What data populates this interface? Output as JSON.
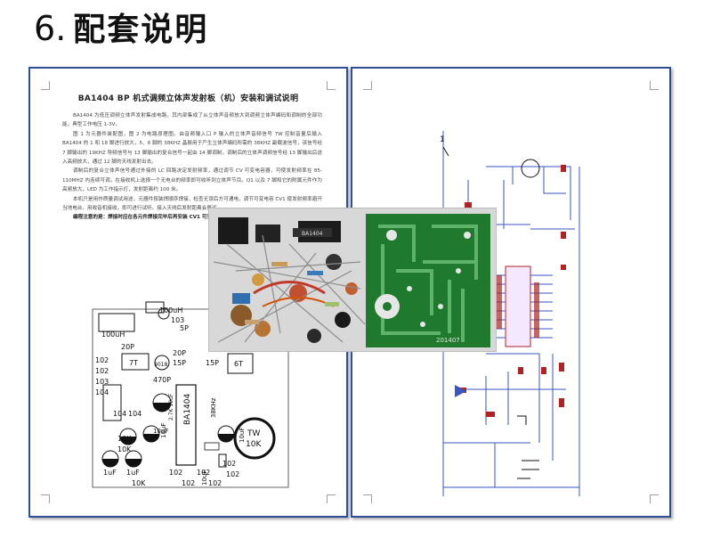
{
  "heading": {
    "number": "6",
    "dot": ".",
    "title": "配套说明"
  },
  "doc": {
    "title": "BA1404 BP 机式调频立体声发射板（机）安装和调试说明",
    "paragraphs": [
      "BA1404 为低压调频立体声发射集成电路，其内部集成了从立体声音频放大到调频立体声编码和调制的全部功能，典型工作电压 1-3V。",
      "图 1 为元器件装配图，图 2 为电路原理图。由音频输入口 P 输入的立体声音频信号 7W 控制音量后输入 BA1404 的 1 和 18 脚进行放大，5、6 脚的 38KHZ 晶振用于产生立体声编码所需的 38KHZ 副载波信号，该信号经 7 脚输出的 19KHZ 导频信号与 13 脚输出的复合信号一起由 14 脚调制，调制后的立体声调频信号经 13 脚输出后送入高频放大，通过 12 脚的天线发射出去。",
      "调制后的复合立体声信号通过外接的 LC 回路决定发射频率，通过调节 CV 可变电容器，可使发射频率在 85-110MHZ 内连续可调，在接收机上选择一个无电台的频率即可收听到立体声节目。Q1 以及 7 脚和它的附属元件作为高频放大，LED 为工作指示灯，发射距离约 100 米。",
      "本机只是用作质量调试用途，元器件按装焊顺序焊接，检查无误后方可通电，调节可变电容 CV1 使发射频率避开当地电台，用收音机接收，即可进行试听。接入天线后发射距离会更远。"
    ],
    "highlight": "编程注意的是：焊接时应在各元件焊接完毕后再安装 CV1 可变电容，焊接时间不宜过长。"
  },
  "layout_labels": {
    "c_100uH_top": "100uH",
    "c_103": "103",
    "c_5P": "5P",
    "c_100uH": "100uH",
    "c_20P_a": "20P",
    "c_20P_b": "20P",
    "c_15P_a": "15P",
    "c_15P_b": "15P",
    "c_9018": "9018",
    "c_7T": "7T",
    "c_6T": "6T",
    "c_102a": "102",
    "c_102b": "102",
    "c_103b": "103",
    "c_104": "104",
    "c_470P": "470P",
    "c_104b": "104",
    "c_104c": "104",
    "c_102c": "102",
    "c_102d": "102",
    "c_10K_a": "10K",
    "c_10K_b": "10K",
    "c_10uF_a": "10uF",
    "c_10uF_b": "10uF",
    "c_10uF_c": "10uF",
    "c_1uF_a": "1uF",
    "c_1uF_b": "1uF",
    "c_47uF": "2.7K 10uF",
    "c_chip": "BA1404",
    "c_38K": "38KHz",
    "c_102e": "102",
    "c_102f": "102",
    "c_102g": "102",
    "c_102h": "102",
    "c_10K_c": "10K",
    "c_tw": "TW",
    "c_tw10k": "10K",
    "c_10uF_d": "10uF"
  },
  "schematic": {
    "label_1": "1"
  },
  "photo": {
    "pcb_label": "201407",
    "chip_label": "BA1404",
    "bg_color": "#dcdcdc",
    "pcb_color": "#1f7a2e"
  },
  "colors": {
    "page_border": "#2e4f95",
    "wire": "#3a56c4",
    "component": "#b22222"
  }
}
